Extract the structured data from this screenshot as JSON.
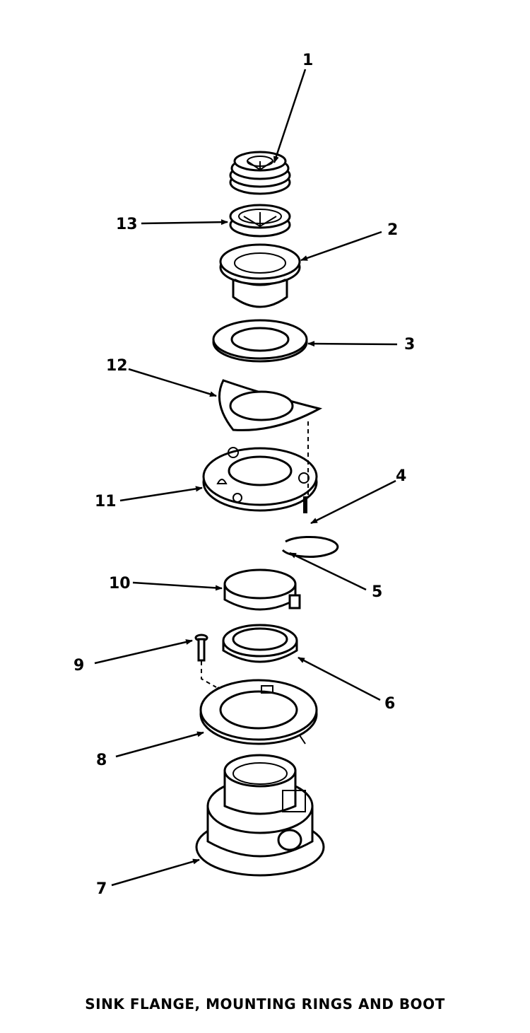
{
  "caption": "SINK FLANGE, MOUNTING RINGS AND BOOT",
  "callouts": [
    "1",
    "13",
    "2",
    "3",
    "12",
    "11",
    "4",
    "5",
    "10",
    "9",
    "6",
    "8",
    "7"
  ]
}
